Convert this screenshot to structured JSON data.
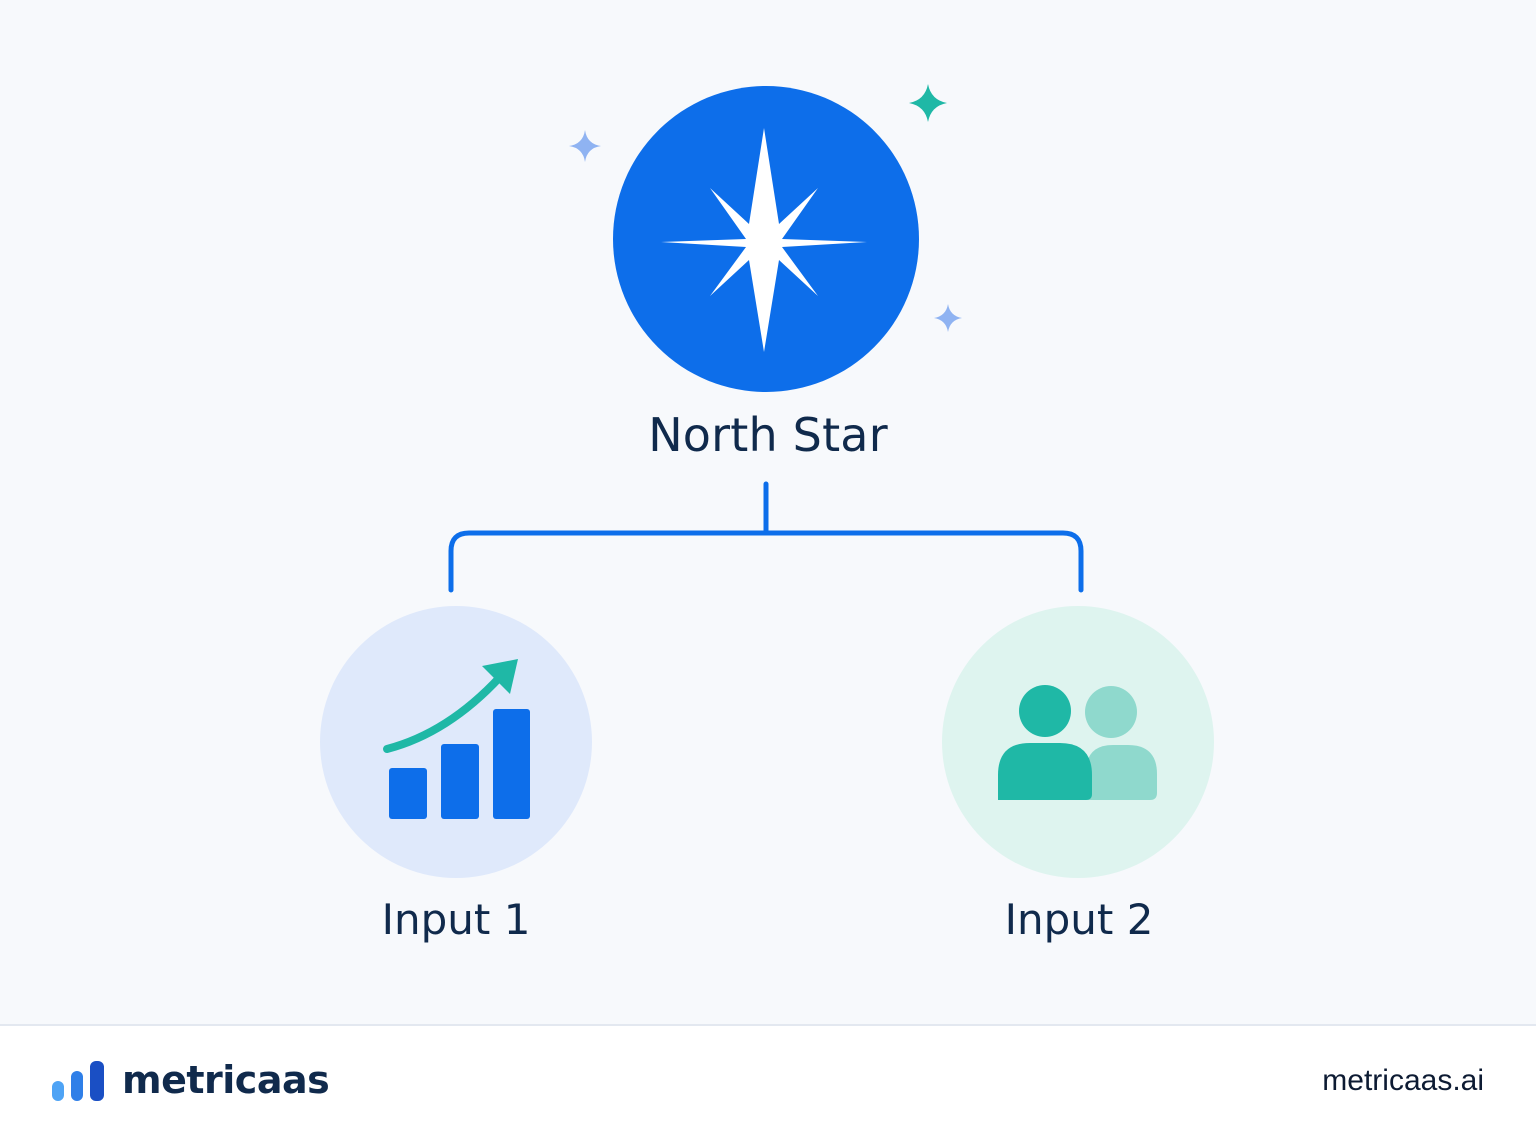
{
  "nodes": {
    "north_star": {
      "label": "North Star"
    },
    "input_1": {
      "label": "Input 1"
    },
    "input_2": {
      "label": "Input 2"
    }
  },
  "footer": {
    "brand_name": "metricaas",
    "site_url": "metricaas.ai"
  },
  "colors": {
    "primary_blue": "#0d6eea",
    "teal": "#1fb8a6",
    "teal_light": "#8fd9cd",
    "input1_bg": "#dfe9fb",
    "input2_bg": "#def4ef",
    "text_dark": "#102a4c",
    "background": "#f7f9fc"
  },
  "icons": {
    "north_star": "north-star-icon",
    "input_1": "growth-chart-icon",
    "input_2": "users-icon",
    "brand": "bar-chart-logo-icon"
  }
}
